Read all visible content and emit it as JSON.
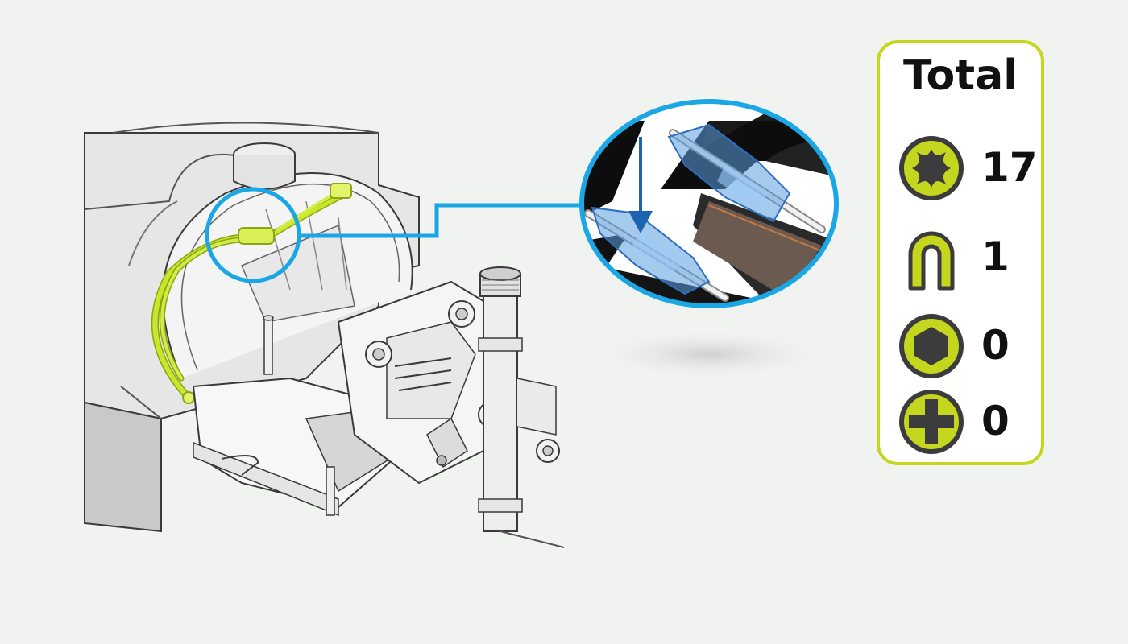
{
  "panel": {
    "title": "Total",
    "items": [
      {
        "icon": "torx-screw-icon",
        "count": "17"
      },
      {
        "icon": "u-clip-icon",
        "count": "1"
      },
      {
        "icon": "hex-screw-icon",
        "count": "0"
      },
      {
        "icon": "phillips-screw-icon",
        "count": "0"
      }
    ]
  },
  "colors": {
    "accent": "#c4d61e",
    "callout": "#1ba6e6",
    "wire": "#c8e62a",
    "connector": "#5a9fe0"
  }
}
